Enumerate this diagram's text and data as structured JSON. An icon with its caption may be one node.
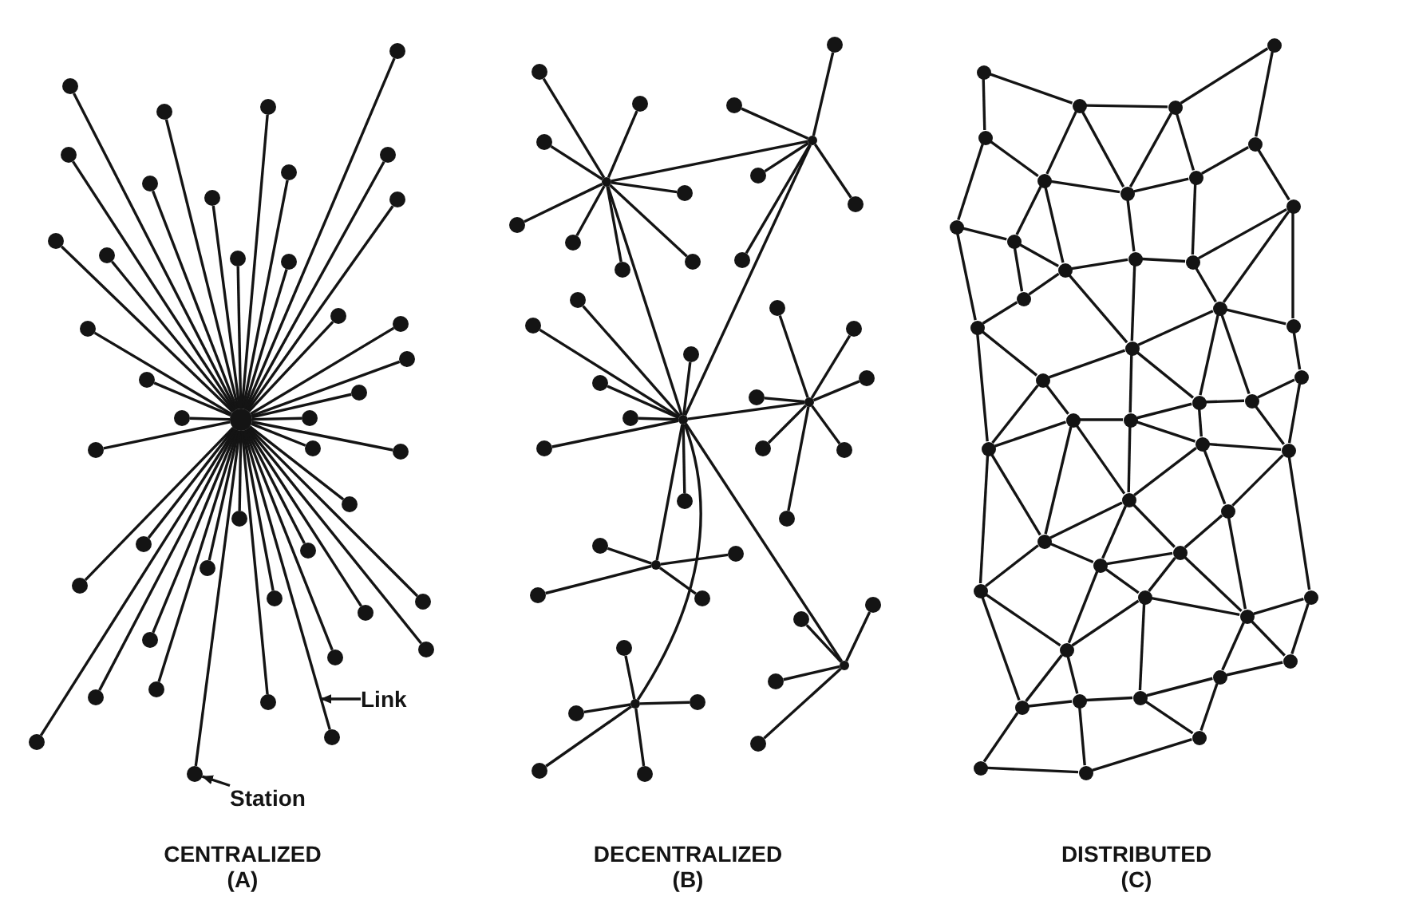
{
  "diagram": {
    "nodes": [
      {
        "text": [],
        "shape": "circle"
      },
      {
        "text": [],
        "shape": "circle"
      },
      {
        "text": [],
        "shape": "circle"
      },
      {
        "text": [],
        "shape": "circle"
      },
      {
        "text": [],
        "shape": "circle"
      },
      {
        "text": [],
        "shape": "circle"
      },
      {
        "text": [],
        "shape": "circle"
      },
      {
        "text": [],
        "shape": "circle"
      },
      {
        "text": [],
        "shape": "circle"
      },
      {
        "text": [],
        "shape": "circle"
      },
      {
        "text": [],
        "shape": "circle"
      },
      {
        "text": [],
        "shape": "circle"
      },
      {
        "text": [],
        "shape": "circle"
      },
      {
        "text": [],
        "shape": "circle"
      },
      {
        "text": [],
        "shape": "circle"
      },
      {
        "text": [],
        "shape": "circle"
      },
      {
        "text": [],
        "shape": "circle"
      },
      {
        "text": [],
        "shape": "circle"
      },
      {
        "text": [],
        "shape": "circle"
      },
      {
        "text": [],
        "shape": "circle"
      },
      {
        "text": [],
        "shape": "circle"
      },
      {
        "text": [],
        "shape": "circle"
      },
      {
        "text": [],
        "shape": "circle"
      },
      {
        "text": [],
        "shape": "circle"
      },
      {
        "text": [],
        "shape": "circle"
      },
      {
        "text": [],
        "shape": "circle"
      },
      {
        "text": [],
        "shape": "circle"
      },
      {
        "text": [],
        "shape": "circle"
      },
      {
        "text": [],
        "shape": "circle"
      },
      {
        "text": [],
        "shape": "circle"
      },
      {
        "text": [],
        "shape": "circle"
      },
      {
        "text": [],
        "shape": "circle"
      },
      {
        "text": [],
        "shape": "circle"
      },
      {
        "text": [],
        "shape": "circle"
      },
      {
        "text": [],
        "shape": "circle"
      },
      {
        "text": [],
        "shape": "circle"
      },
      {
        "text": [],
        "shape": "circle"
      },
      {
        "text": [],
        "shape": "circle"
      },
      {
        "text": [],
        "shape": "circle"
      },
      {
        "text": [],
        "shape": "circle"
      },
      {
        "text": [],
        "shape": "circle"
      },
      {
        "text": [],
        "shape": "circle"
      },
      {
        "text": [],
        "shape": "circle"
      },
      {
        "text": [],
        "shape": "circle"
      },
      {
        "text": [
          "Link"
        ]
      },
      {
        "text": [
          "Station"
        ]
      },
      {
        "text": [],
        "shape": "circle"
      },
      {
        "text": [],
        "shape": "circle"
      },
      {
        "text": [],
        "shape": "circle"
      },
      {
        "text": [],
        "shape": "circle"
      },
      {
        "text": [],
        "shape": "circle"
      },
      {
        "text": [],
        "shape": "circle"
      },
      {
        "text": [],
        "shape": "circle"
      },
      {
        "text": [],
        "shape": "circle"
      },
      {
        "text": [],
        "shape": "circle"
      },
      {
        "text": [],
        "shape": "circle"
      },
      {
        "text": [],
        "shape": "circle"
      },
      {
        "text": [],
        "shape": "circle"
      },
      {
        "text": [],
        "shape": "circle"
      },
      {
        "text": [],
        "shape": "circle"
      },
      {
        "text": [],
        "shape": "circle"
      },
      {
        "text": [],
        "shape": "circle"
      },
      {
        "text": [],
        "shape": "circle"
      },
      {
        "text": [],
        "shape": "circle"
      },
      {
        "text": [],
        "shape": "circle"
      },
      {
        "text": [],
        "shape": "circle"
      },
      {
        "text": [],
        "shape": "circle"
      },
      {
        "text": [],
        "shape": "circle"
      },
      {
        "text": [],
        "shape": "circle"
      },
      {
        "text": [],
        "shape": "circle"
      },
      {
        "text": [],
        "shape": "circle"
      },
      {
        "text": [],
        "shape": "circle"
      },
      {
        "text": [],
        "shape": "circle"
      },
      {
        "text": [],
        "shape": "circle"
      },
      {
        "text": [],
        "shape": "circle"
      },
      {
        "text": [],
        "shape": "circle"
      },
      {
        "text": [],
        "shape": "circle"
      },
      {
        "text": [],
        "shape": "circle"
      },
      {
        "text": [],
        "shape": "circle"
      },
      {
        "text": [],
        "shape": "circle"
      },
      {
        "text": [],
        "shape": "circle"
      },
      {
        "text": [],
        "shape": "circle"
      },
      {
        "text": [],
        "shape": "circle"
      },
      {
        "text": [],
        "shape": "circle"
      },
      {
        "text": [],
        "shape": "circle"
      },
      {
        "text": [],
        "shape": "circle"
      },
      {
        "text": [],
        "shape": "circle"
      },
      {
        "text": [],
        "shape": "circle"
      },
      {
        "text": [],
        "shape": "circle"
      },
      {
        "text": [],
        "shape": "circle"
      },
      {
        "text": [],
        "shape": "circle"
      },
      {
        "text": [],
        "shape": "circle"
      },
      {
        "text": [],
        "shape": "circle"
      },
      {
        "text": [],
        "shape": "circle"
      },
      {
        "text": [],
        "shape": "circle"
      },
      {
        "text": [],
        "shape": "circle"
      },
      {
        "text": [],
        "shape": "circle"
      },
      {
        "text": [],
        "shape": "circle"
      },
      {
        "text": [],
        "shape": "circle"
      },
      {
        "text": [],
        "shape": "circle"
      },
      {
        "text": [],
        "shape": "circle"
      },
      {
        "text": [],
        "shape": "circle"
      },
      {
        "text": [],
        "shape": "circle"
      },
      {
        "text": [],
        "shape": "circle"
      },
      {
        "text": [],
        "shape": "circle"
      },
      {
        "text": [],
        "shape": "circle"
      },
      {
        "text": [],
        "shape": "circle"
      },
      {
        "text": [],
        "shape": "circle"
      },
      {
        "text": [],
        "shape": "circle"
      },
      {
        "text": [],
        "shape": "circle"
      },
      {
        "text": [],
        "shape": "circle"
      },
      {
        "text": [],
        "shape": "circle"
      },
      {
        "text": [],
        "shape": "circle"
      },
      {
        "text": [],
        "shape": "circle"
      },
      {
        "text": [],
        "shape": "circle"
      },
      {
        "text": [],
        "shape": "circle"
      },
      {
        "text": [],
        "shape": "circle"
      },
      {
        "text": [],
        "shape": "circle"
      },
      {
        "text": [],
        "shape": "circle"
      },
      {
        "text": [],
        "shape": "circle"
      },
      {
        "text": [],
        "shape": "circle"
      },
      {
        "text": [],
        "shape": "circle"
      },
      {
        "text": [],
        "shape": "circle"
      },
      {
        "text": [],
        "shape": "circle"
      },
      {
        "text": [],
        "shape": "circle"
      },
      {
        "text": [],
        "shape": "circle"
      },
      {
        "text": [],
        "shape": "circle"
      },
      {
        "text": [],
        "shape": "circle"
      },
      {
        "text": [],
        "shape": "circle"
      },
      {
        "text": [],
        "shape": "circle"
      },
      {
        "text": [],
        "shape": "circle"
      },
      {
        "text": [],
        "shape": "circle"
      },
      {
        "text": [],
        "shape": "circle"
      },
      {
        "text": [],
        "shape": "circle"
      },
      {
        "text": [],
        "shape": "circle"
      },
      {
        "text": [],
        "shape": "circle"
      },
      {
        "text": [],
        "shape": "circle"
      },
      {
        "text": [],
        "shape": "circle"
      },
      {
        "text": [],
        "shape": "circle"
      },
      {
        "text": [],
        "shape": "circle"
      }
    ],
    "edges": [
      {
        "from": 0,
        "to": 1,
        "arrow": "none"
      },
      {
        "from": 0,
        "to": 2,
        "arrow": "none"
      },
      {
        "from": 0,
        "to": 3,
        "arrow": "none"
      },
      {
        "from": 0,
        "to": 4,
        "arrow": "none"
      },
      {
        "from": 0,
        "to": 5,
        "arrow": "none"
      },
      {
        "from": 0,
        "to": 6,
        "arrow": "none"
      },
      {
        "from": 0,
        "to": 7,
        "arrow": "none"
      },
      {
        "from": 0,
        "to": 8,
        "arrow": "none"
      },
      {
        "from": 0,
        "to": 9,
        "arrow": "none"
      },
      {
        "from": 0,
        "to": 10,
        "arrow": "none"
      },
      {
        "from": 0,
        "to": 11,
        "arrow": "none"
      },
      {
        "from": 0,
        "to": 12,
        "arrow": "none"
      },
      {
        "from": 0,
        "to": 13,
        "arrow": "none"
      },
      {
        "from": 0,
        "to": 14,
        "arrow": "none"
      },
      {
        "from": 0,
        "to": 15,
        "arrow": "none"
      },
      {
        "from": 0,
        "to": 16,
        "arrow": "none"
      },
      {
        "from": 0,
        "to": 17,
        "arrow": "none"
      },
      {
        "from": 0,
        "to": 18,
        "arrow": "none"
      },
      {
        "from": 0,
        "to": 19,
        "arrow": "none"
      },
      {
        "from": 0,
        "to": 20,
        "arrow": "none"
      },
      {
        "from": 0,
        "to": 21,
        "arrow": "none"
      },
      {
        "from": 0,
        "to": 22,
        "arrow": "none"
      },
      {
        "from": 0,
        "to": 23,
        "arrow": "none"
      },
      {
        "from": 0,
        "to": 24,
        "arrow": "none"
      },
      {
        "from": 0,
        "to": 25,
        "arrow": "none"
      },
      {
        "from": 0,
        "to": 26,
        "arrow": "none"
      },
      {
        "from": 0,
        "to": 27,
        "arrow": "none"
      },
      {
        "from": 0,
        "to": 28,
        "arrow": "none"
      },
      {
        "from": 0,
        "to": 29,
        "arrow": "none"
      },
      {
        "from": 0,
        "to": 30,
        "arrow": "none"
      },
      {
        "from": 0,
        "to": 31,
        "arrow": "none"
      },
      {
        "from": 0,
        "to": 32,
        "arrow": "none"
      },
      {
        "from": 0,
        "to": 33,
        "arrow": "none"
      },
      {
        "from": 0,
        "to": 34,
        "arrow": "none"
      },
      {
        "from": 0,
        "to": 35,
        "arrow": "none"
      },
      {
        "from": 0,
        "to": 36,
        "arrow": "none"
      },
      {
        "from": 0,
        "to": 37,
        "arrow": "none"
      },
      {
        "from": 0,
        "to": 38,
        "arrow": "none"
      },
      {
        "from": 0,
        "to": 39,
        "arrow": "none"
      },
      {
        "from": 0,
        "to": 40,
        "arrow": "none"
      },
      {
        "from": 0,
        "to": 41,
        "arrow": "none"
      },
      {
        "from": 0,
        "to": 42,
        "arrow": "none"
      },
      {
        "from": 0,
        "to": 43,
        "arrow": "none"
      },
      {
        "from": 44,
        "to": null,
        "arrow": "to"
      },
      {
        "from": 45,
        "to": 43,
        "arrow": "to"
      },
      {
        "from": 46,
        "to": 47,
        "arrow": "none"
      },
      {
        "from": 46,
        "to": 48,
        "arrow": "none"
      },
      {
        "from": 47,
        "to": 48,
        "arrow": "none"
      },
      {
        "from": 48,
        "to": 49,
        "arrow": "none"
      },
      {
        "from": 48,
        "to": 50,
        "arrow": "none"
      },
      {
        "from": 48,
        "to": 51,
        "arrow": "none"
      },
      {
        "from": 48,
        "to": 52,
        "arrow": "none"
      },
      {
        "from": 46,
        "to": 53,
        "arrow": "none"
      },
      {
        "from": 46,
        "to": 54,
        "arrow": "none"
      },
      {
        "from": 46,
        "to": 55,
        "arrow": "none"
      },
      {
        "from": 46,
        "to": 56,
        "arrow": "none"
      },
      {
        "from": 46,
        "to": 57,
        "arrow": "none"
      },
      {
        "from": 46,
        "to": 58,
        "arrow": "none"
      },
      {
        "from": 46,
        "to": 59,
        "arrow": "none"
      },
      {
        "from": 46,
        "to": 60,
        "arrow": "none"
      },
      {
        "from": 47,
        "to": 61,
        "arrow": "none"
      },
      {
        "from": 47,
        "to": 62,
        "arrow": "none"
      },
      {
        "from": 47,
        "to": 63,
        "arrow": "none"
      },
      {
        "from": 47,
        "to": 64,
        "arrow": "none"
      },
      {
        "from": 47,
        "to": 65,
        "arrow": "none"
      },
      {
        "from": 48,
        "to": 66,
        "arrow": "none"
      },
      {
        "from": 48,
        "to": 67,
        "arrow": "none"
      },
      {
        "from": 48,
        "to": 68,
        "arrow": "none"
      },
      {
        "from": 48,
        "to": 69,
        "arrow": "none"
      },
      {
        "from": 48,
        "to": 70,
        "arrow": "none"
      },
      {
        "from": 48,
        "to": 71,
        "arrow": "none"
      },
      {
        "from": 48,
        "to": 72,
        "arrow": "none"
      },
      {
        "from": 49,
        "to": 73,
        "arrow": "none"
      },
      {
        "from": 49,
        "to": 74,
        "arrow": "none"
      },
      {
        "from": 49,
        "to": 75,
        "arrow": "none"
      },
      {
        "from": 49,
        "to": 76,
        "arrow": "none"
      },
      {
        "from": 49,
        "to": 77,
        "arrow": "none"
      },
      {
        "from": 49,
        "to": 78,
        "arrow": "none"
      },
      {
        "from": 49,
        "to": 79,
        "arrow": "none"
      },
      {
        "from": 50,
        "to": 80,
        "arrow": "none"
      },
      {
        "from": 50,
        "to": 81,
        "arrow": "none"
      },
      {
        "from": 50,
        "to": 82,
        "arrow": "none"
      },
      {
        "from": 50,
        "to": 83,
        "arrow": "none"
      },
      {
        "from": 51,
        "to": 84,
        "arrow": "none"
      },
      {
        "from": 51,
        "to": 85,
        "arrow": "none"
      },
      {
        "from": 51,
        "to": 86,
        "arrow": "none"
      },
      {
        "from": 51,
        "to": 87,
        "arrow": "none"
      },
      {
        "from": 51,
        "to": 88,
        "arrow": "none"
      },
      {
        "from": 52,
        "to": 89,
        "arrow": "none"
      },
      {
        "from": 52,
        "to": 90,
        "arrow": "none"
      },
      {
        "from": 52,
        "to": 91,
        "arrow": "none"
      },
      {
        "from": 52,
        "to": 92,
        "arrow": "none"
      },
      {
        "from": 93,
        "to": 95,
        "arrow": "none"
      },
      {
        "from": 93,
        "to": 97,
        "arrow": "none"
      },
      {
        "from": 95,
        "to": 96,
        "arrow": "none"
      },
      {
        "from": 96,
        "to": 94,
        "arrow": "none"
      },
      {
        "from": 94,
        "to": 98,
        "arrow": "none"
      },
      {
        "from": 95,
        "to": 99,
        "arrow": "none"
      },
      {
        "from": 95,
        "to": 101,
        "arrow": "none"
      },
      {
        "from": 96,
        "to": 101,
        "arrow": "none"
      },
      {
        "from": 96,
        "to": 100,
        "arrow": "none"
      },
      {
        "from": 97,
        "to": 99,
        "arrow": "none"
      },
      {
        "from": 97,
        "to": 103,
        "arrow": "none"
      },
      {
        "from": 98,
        "to": 100,
        "arrow": "none"
      },
      {
        "from": 98,
        "to": 102,
        "arrow": "none"
      },
      {
        "from": 99,
        "to": 101,
        "arrow": "none"
      },
      {
        "from": 99,
        "to": 104,
        "arrow": "none"
      },
      {
        "from": 99,
        "to": 107,
        "arrow": "none"
      },
      {
        "from": 100,
        "to": 101,
        "arrow": "none"
      },
      {
        "from": 100,
        "to": 106,
        "arrow": "none"
      },
      {
        "from": 101,
        "to": 105,
        "arrow": "none"
      },
      {
        "from": 102,
        "to": 106,
        "arrow": "none"
      },
      {
        "from": 102,
        "to": 109,
        "arrow": "none"
      },
      {
        "from": 102,
        "to": 111,
        "arrow": "none"
      },
      {
        "from": 103,
        "to": 104,
        "arrow": "none"
      },
      {
        "from": 103,
        "to": 110,
        "arrow": "none"
      },
      {
        "from": 104,
        "to": 107,
        "arrow": "none"
      },
      {
        "from": 104,
        "to": 108,
        "arrow": "none"
      },
      {
        "from": 105,
        "to": 107,
        "arrow": "none"
      },
      {
        "from": 105,
        "to": 106,
        "arrow": "none"
      },
      {
        "from": 105,
        "to": 112,
        "arrow": "none"
      },
      {
        "from": 106,
        "to": 109,
        "arrow": "none"
      },
      {
        "from": 108,
        "to": 107,
        "arrow": "none"
      },
      {
        "from": 110,
        "to": 108,
        "arrow": "none"
      },
      {
        "from": 107,
        "to": 112,
        "arrow": "none"
      },
      {
        "from": 109,
        "to": 112,
        "arrow": "none"
      },
      {
        "from": 109,
        "to": 111,
        "arrow": "none"
      },
      {
        "from": 109,
        "to": 115,
        "arrow": "none"
      },
      {
        "from": 109,
        "to": 116,
        "arrow": "none"
      },
      {
        "from": 110,
        "to": 114,
        "arrow": "none"
      },
      {
        "from": 110,
        "to": 119,
        "arrow": "none"
      },
      {
        "from": 111,
        "to": 113,
        "arrow": "none"
      },
      {
        "from": 112,
        "to": 114,
        "arrow": "none"
      },
      {
        "from": 112,
        "to": 118,
        "arrow": "none"
      },
      {
        "from": 112,
        "to": 115,
        "arrow": "none"
      },
      {
        "from": 113,
        "to": 116,
        "arrow": "none"
      },
      {
        "from": 113,
        "to": 121,
        "arrow": "none"
      },
      {
        "from": 114,
        "to": 117,
        "arrow": "none"
      },
      {
        "from": 114,
        "to": 119,
        "arrow": "none"
      },
      {
        "from": 115,
        "to": 116,
        "arrow": "none"
      },
      {
        "from": 115,
        "to": 118,
        "arrow": "none"
      },
      {
        "from": 115,
        "to": 120,
        "arrow": "none"
      },
      {
        "from": 116,
        "to": 121,
        "arrow": "none"
      },
      {
        "from": 117,
        "to": 118,
        "arrow": "none"
      },
      {
        "from": 119,
        "to": 117,
        "arrow": "none"
      },
      {
        "from": 119,
        "to": 124,
        "arrow": "none"
      },
      {
        "from": 119,
        "to": 127,
        "arrow": "none"
      },
      {
        "from": 117,
        "to": 124,
        "arrow": "none"
      },
      {
        "from": 117,
        "to": 122,
        "arrow": "none"
      },
      {
        "from": 118,
        "to": 122,
        "arrow": "none"
      },
      {
        "from": 118,
        "to": 120,
        "arrow": "none"
      },
      {
        "from": 120,
        "to": 121,
        "arrow": "none"
      },
      {
        "from": 120,
        "to": 122,
        "arrow": "none"
      },
      {
        "from": 120,
        "to": 123,
        "arrow": "none"
      },
      {
        "from": 121,
        "to": 123,
        "arrow": "none"
      },
      {
        "from": 121,
        "to": 130,
        "arrow": "none"
      },
      {
        "from": 122,
        "to": 124,
        "arrow": "none"
      },
      {
        "from": 122,
        "to": 126,
        "arrow": "none"
      },
      {
        "from": 122,
        "to": 125,
        "arrow": "none"
      },
      {
        "from": 123,
        "to": 125,
        "arrow": "none"
      },
      {
        "from": 123,
        "to": 129,
        "arrow": "none"
      },
      {
        "from": 124,
        "to": 126,
        "arrow": "none"
      },
      {
        "from": 124,
        "to": 127,
        "arrow": "none"
      },
      {
        "from": 125,
        "to": 126,
        "arrow": "none"
      },
      {
        "from": 125,
        "to": 128,
        "arrow": "none"
      },
      {
        "from": 125,
        "to": 129,
        "arrow": "none"
      },
      {
        "from": 126,
        "to": 128,
        "arrow": "none"
      },
      {
        "from": 126,
        "to": 131,
        "arrow": "none"
      },
      {
        "from": 127,
        "to": 131,
        "arrow": "none"
      },
      {
        "from": 127,
        "to": 134,
        "arrow": "none"
      },
      {
        "from": 128,
        "to": 131,
        "arrow": "none"
      },
      {
        "from": 128,
        "to": 129,
        "arrow": "none"
      },
      {
        "from": 128,
        "to": 136,
        "arrow": "none"
      },
      {
        "from": 129,
        "to": 130,
        "arrow": "none"
      },
      {
        "from": 129,
        "to": 132,
        "arrow": "none"
      },
      {
        "from": 129,
        "to": 133,
        "arrow": "none"
      },
      {
        "from": 130,
        "to": 132,
        "arrow": "none"
      },
      {
        "from": 131,
        "to": 134,
        "arrow": "none"
      },
      {
        "from": 131,
        "to": 135,
        "arrow": "none"
      },
      {
        "from": 132,
        "to": 133,
        "arrow": "none"
      },
      {
        "from": 133,
        "to": 136,
        "arrow": "none"
      },
      {
        "from": 133,
        "to": 137,
        "arrow": "none"
      },
      {
        "from": 134,
        "to": 135,
        "arrow": "none"
      },
      {
        "from": 134,
        "to": 138,
        "arrow": "none"
      },
      {
        "from": 135,
        "to": 136,
        "arrow": "none"
      },
      {
        "from": 135,
        "to": 139,
        "arrow": "none"
      },
      {
        "from": 136,
        "to": 137,
        "arrow": "none"
      },
      {
        "from": 137,
        "to": 139,
        "arrow": "none"
      },
      {
        "from": 138,
        "to": 139,
        "arrow": "none"
      }
    ],
    "labels": [
      "CENTRALIZED",
      "(A)",
      "DECENTRALIZED",
      "(B)",
      "DISTRIBUTED",
      "(C)"
    ]
  }
}
